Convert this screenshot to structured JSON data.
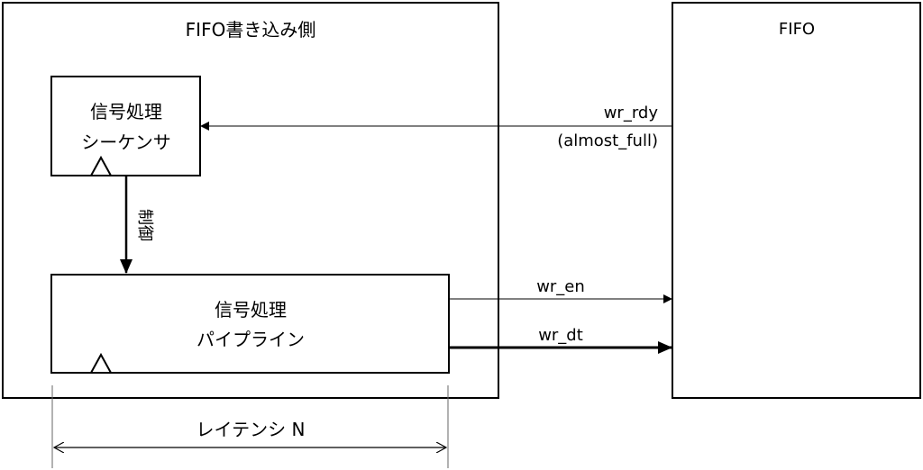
{
  "writer_block": {
    "title": "FIFO書き込み側"
  },
  "fifo_block": {
    "title": "FIFO"
  },
  "sequencer": {
    "line1": "信号処理",
    "line2": "シーケンサ"
  },
  "pipeline": {
    "line1": "信号処理",
    "line2": "パイプライン"
  },
  "control_label": "制御",
  "signals": {
    "wr_rdy": "wr_rdy",
    "almost_full": "(almost_full)",
    "wr_en": "wr_en",
    "wr_dt": "wr_dt"
  },
  "latency_label": "レイテンシ N"
}
